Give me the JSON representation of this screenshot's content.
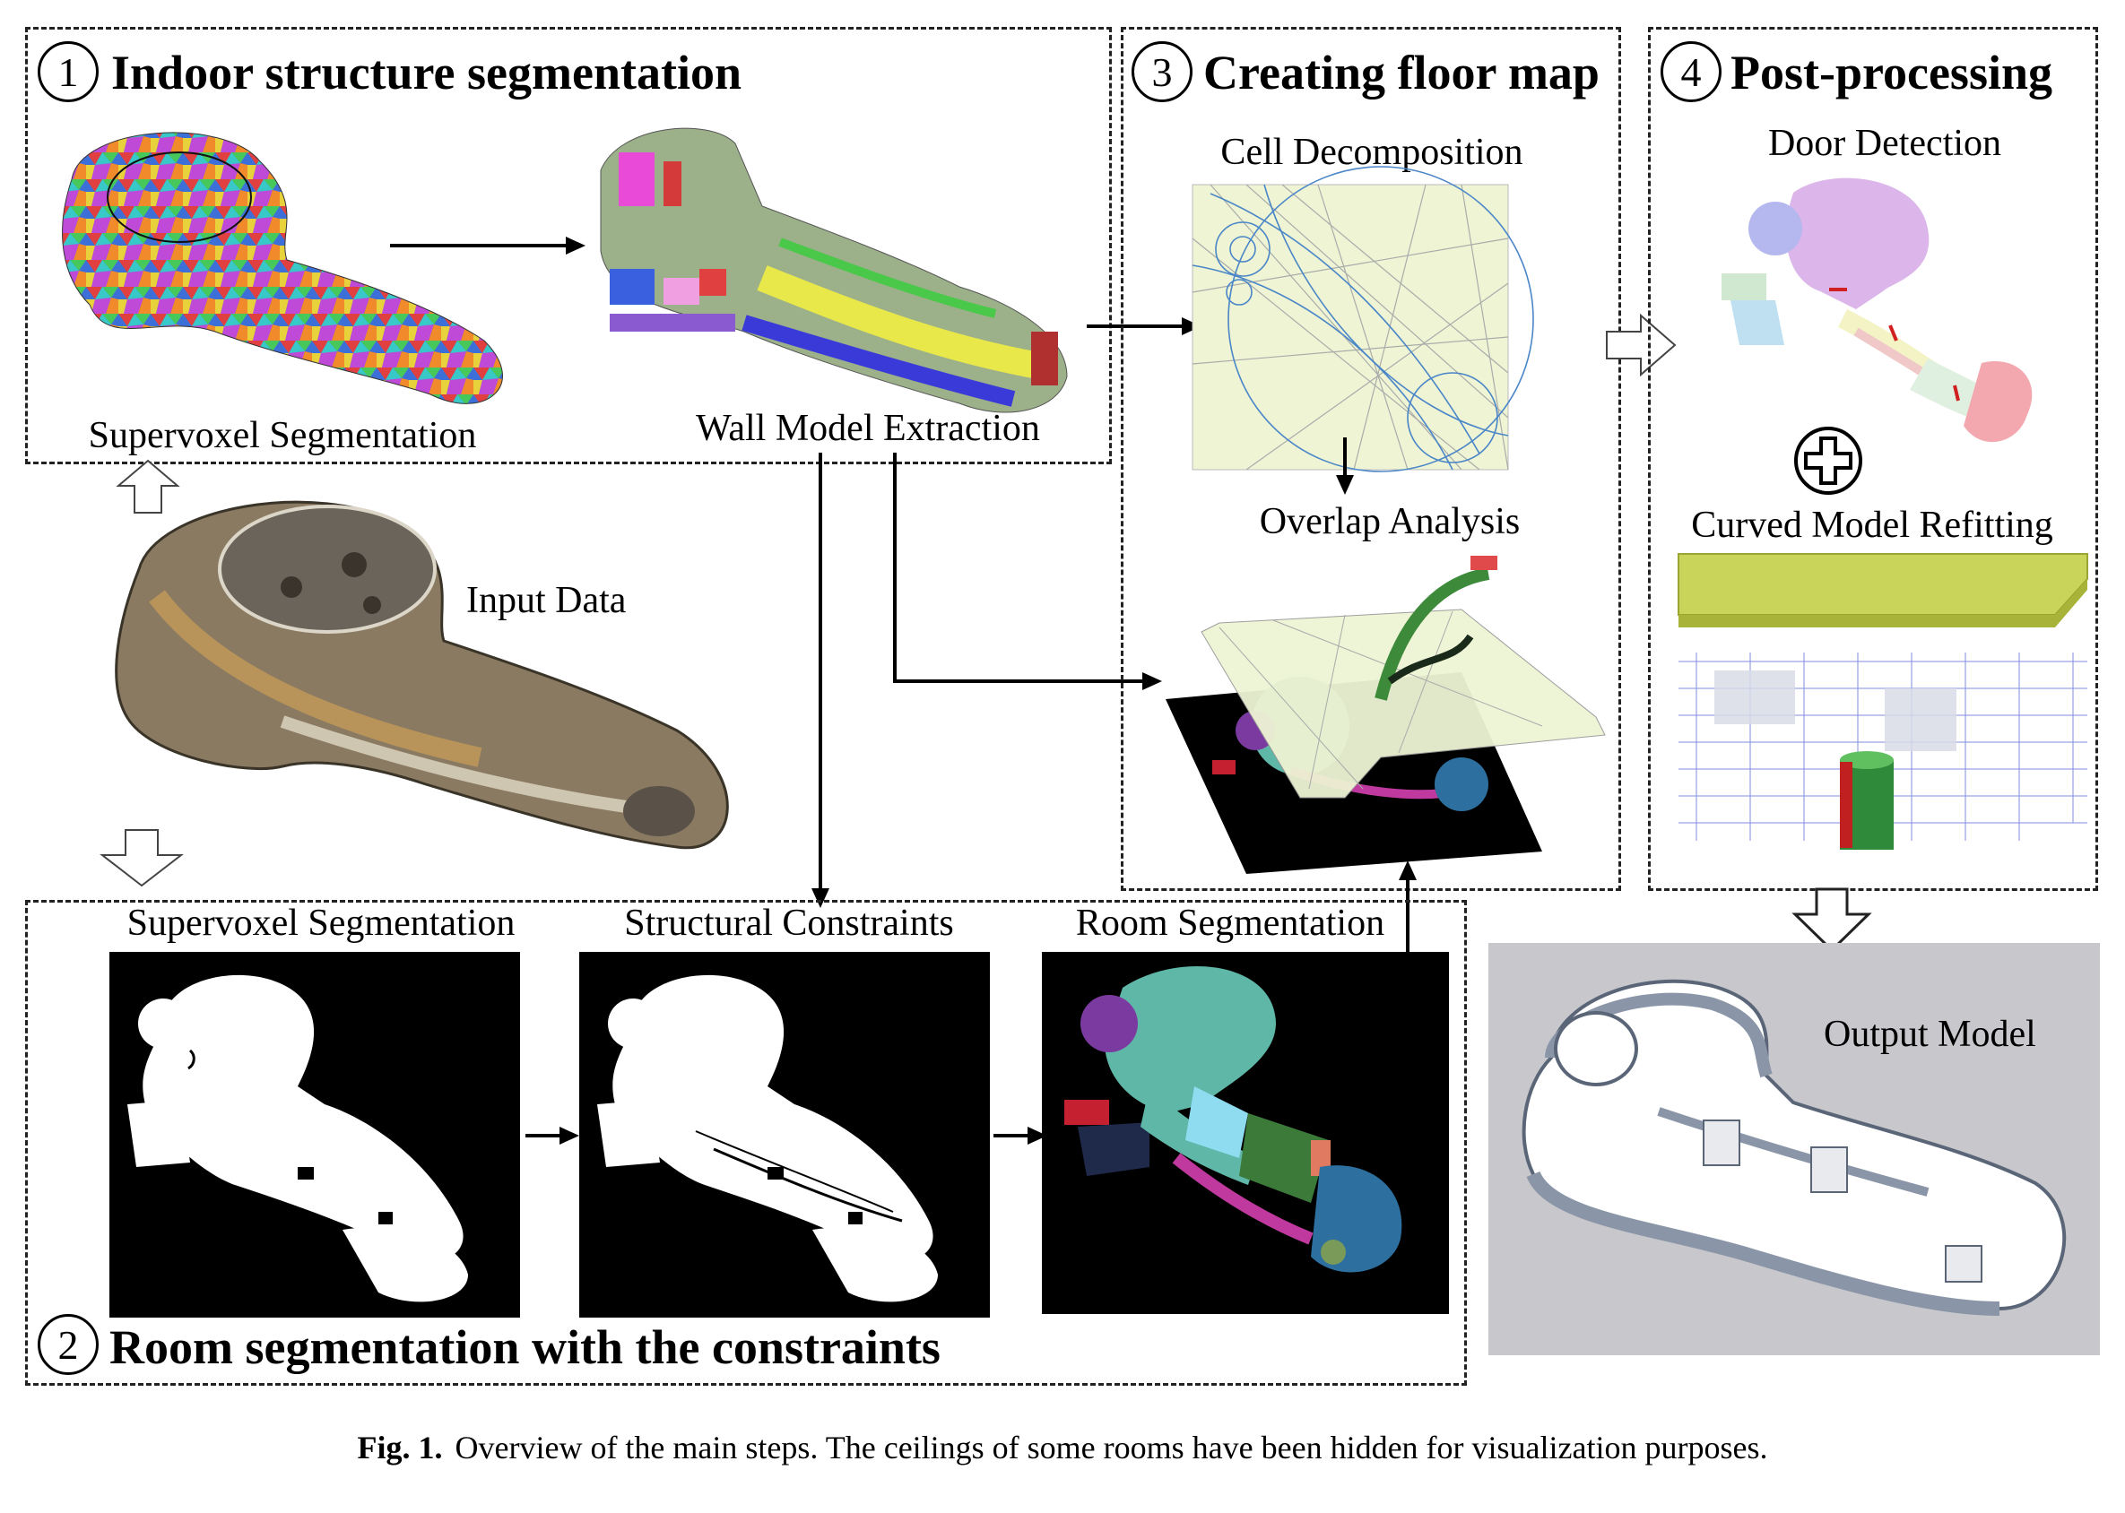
{
  "panels": {
    "p1": {
      "number": "1",
      "title": "Indoor structure segmentation"
    },
    "p2": {
      "number": "2",
      "title": "Room segmentation with the constraints"
    },
    "p3": {
      "number": "3",
      "title": "Creating floor map"
    },
    "p4": {
      "number": "4",
      "title": "Post-processing"
    }
  },
  "labels": {
    "supervoxel_top": "Supervoxel Segmentation",
    "wall_model": "Wall Model Extraction",
    "input_data": "Input Data",
    "cell_decomposition": "Cell Decomposition",
    "overlap_analysis": "Overlap Analysis",
    "door_detection": "Door Detection",
    "curved_model": "Curved Model Refitting",
    "supervoxel_bottom": "Supervoxel Segmentation",
    "structural_constraints": "Structural Constraints",
    "room_segmentation": "Room Segmentation",
    "output_model": "Output Model"
  },
  "caption": {
    "figure": "Fig. 1.",
    "text": "Overview of the main steps. The ceilings of some rooms have been hidden for visualization purposes."
  },
  "colors": {
    "cell_bg": "#eef4d4",
    "room_teal": "#5fb7a8",
    "room_purple": "#7b3aa0",
    "room_green": "#3c7a3a",
    "room_blue": "#2d6f9e",
    "room_magenta": "#c0399e",
    "door_pink": "#f3c6d8",
    "door_lilac": "#dcb6ea",
    "ceiling_green": "#c9d45a",
    "output_bg": "#c8c8cc"
  }
}
